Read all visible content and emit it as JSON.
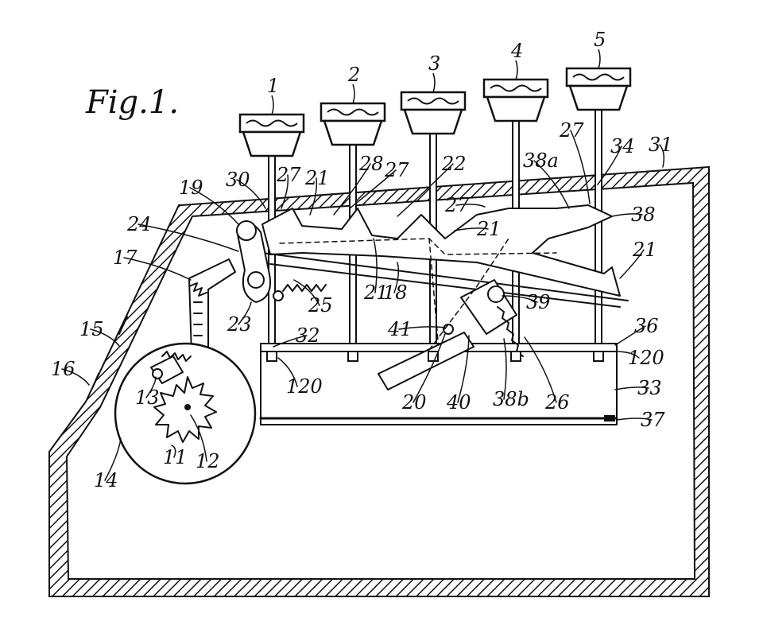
{
  "figure": {
    "title": "Fig.1.",
    "key_numbers": [
      "1",
      "2",
      "3",
      "4",
      "5"
    ],
    "reference_numerals": [
      "11",
      "12",
      "13",
      "14",
      "15",
      "16",
      "17",
      "18",
      "19",
      "20",
      "21",
      "21",
      "21",
      "21",
      "22",
      "23",
      "24",
      "25",
      "26",
      "27",
      "27",
      "27",
      "27",
      "28",
      "30",
      "31",
      "32",
      "33",
      "34",
      "36",
      "37",
      "38",
      "38a",
      "38b",
      "39",
      "40",
      "41",
      "120",
      "120"
    ]
  }
}
